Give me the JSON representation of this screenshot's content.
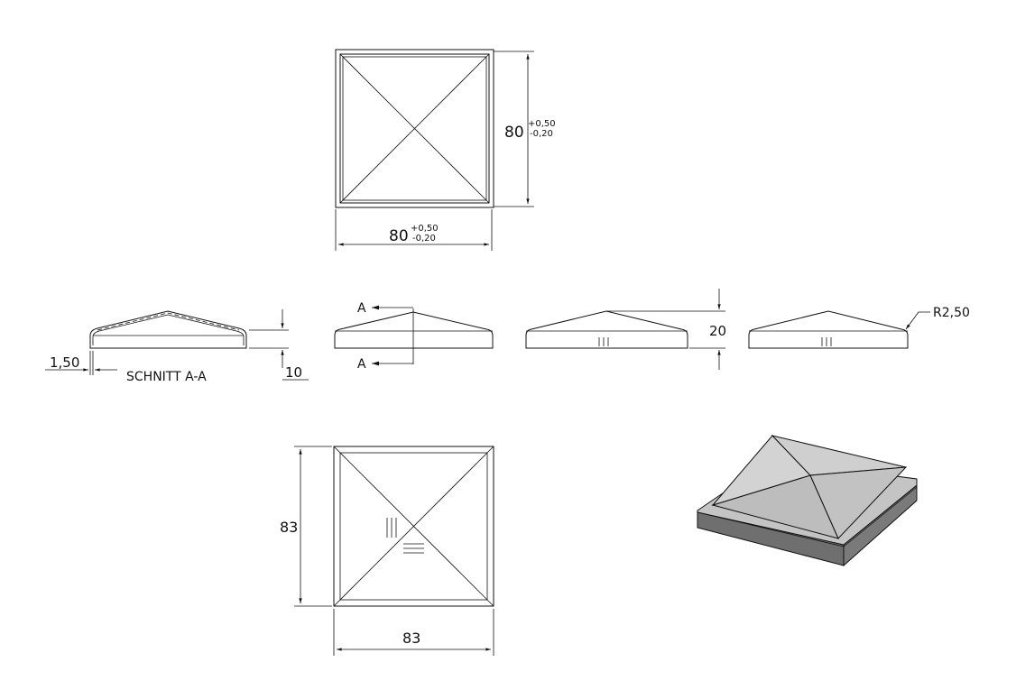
{
  "drawing": {
    "top_view": {
      "width_value": "80",
      "height_value": "80",
      "tol_upper": "+0,50",
      "tol_lower": "-0,20"
    },
    "section": {
      "label": "SCHNITT A-A",
      "wall_dim": "1,50",
      "height_dim": "10"
    },
    "front_view": {
      "cut_label_top": "A",
      "cut_label_bottom": "A"
    },
    "side_view": {
      "total_height_dim": "20"
    },
    "right_view": {
      "radius_dim": "R2,50"
    },
    "bottom_view": {
      "width_value": "83",
      "height_value": "83"
    },
    "colors": {
      "line": "#111111",
      "iso_top": "#cfcfcf",
      "iso_side": "#6f6f6f"
    }
  }
}
